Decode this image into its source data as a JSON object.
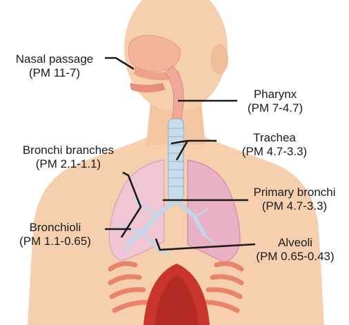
{
  "labels": {
    "nasal": {
      "name": "Nasal passage",
      "range": "(PM 11-7)"
    },
    "pharynx": {
      "name": "Pharynx",
      "range": "(PM 7-4.7)"
    },
    "trachea": {
      "name": "Trachea",
      "range": "(PM 4.7-3.3)"
    },
    "branches": {
      "name": "Bronchi branches",
      "range": "(PM 2.1-1.1)"
    },
    "primary": {
      "name": "Primary bronchi",
      "range": "(PM 4.7-3.3)"
    },
    "bronchioli": {
      "name": "Bronchioli",
      "range": "(PM 1.1-0.65)"
    },
    "alveoli": {
      "name": "Alveoli",
      "range": "(PM 0.65-0.43)"
    }
  },
  "colors": {
    "skin": "#f6cfae",
    "skin_edge": "#e7b48f",
    "lung_left": "#f1c6d4",
    "lung_right": "#e9b0c6",
    "trachea": "#c7dcec",
    "diaphragm": "#c9352c",
    "rib": "#e9846a",
    "leader": "#1a1a1a"
  }
}
